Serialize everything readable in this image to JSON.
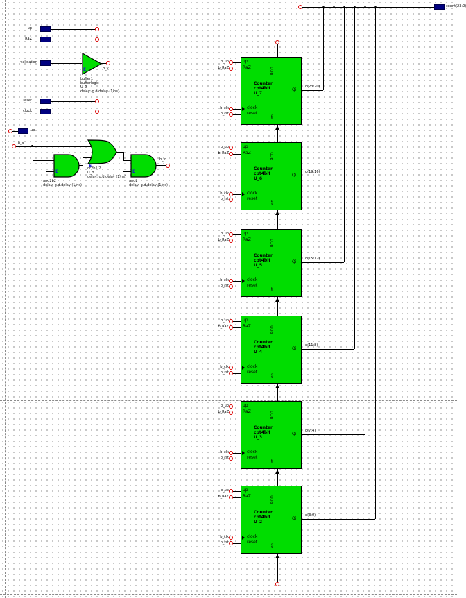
{
  "app": {
    "type": "schematic editor canvas"
  },
  "colors": {
    "component_fill": "#00dd00",
    "port_fill": "#000080",
    "terminal_stroke": "#dd0000",
    "wire": "#000000",
    "marker_blue": "#1a1acc"
  },
  "left_ports": [
    {
      "label": "up"
    },
    {
      "label": "RaZ"
    },
    {
      "label": "validation"
    },
    {
      "label": "reset"
    },
    {
      "label": "clock"
    },
    {
      "label": "up"
    }
  ],
  "nets": {
    "buffer_out": "b_v",
    "gate_source": "b_v",
    "gate_out": "b_in"
  },
  "buffer": {
    "marker": "E",
    "captions": [
      "buffer1",
      "bufferlogic",
      "U_0",
      "delay: g.d.delay (1/ns)"
    ]
  },
  "gates": {
    "and1": {
      "marker": "E",
      "captions": [
        "and2b2",
        "delay: g.d.delay (1/ns)"
      ]
    },
    "or1": {
      "marker": "E",
      "captions": [
        "or2b1 2",
        "U_B",
        "delay: g.d.delay (1/ns)"
      ]
    },
    "and2": {
      "marker": "E",
      "captions": [
        "and2",
        "delay: g.d.delay (1/ns)"
      ]
    }
  },
  "counters": [
    {
      "title": "Counter",
      "part": "cpt4bit",
      "unit": "U_7",
      "pin_up": "up",
      "pin_raz": "RaZ",
      "pin_clock": "clock",
      "pin_reset": "reset",
      "pin_rco": "RCO",
      "pin_en": "en",
      "pin_q": "Qi",
      "net_up": "b_up",
      "net_raz": "b_RaZ",
      "net_clock": "b_clk",
      "net_reset": "b_rst",
      "net_q": "q(23:20)"
    },
    {
      "title": "Counter",
      "part": "cpt4bit",
      "unit": "U_6",
      "pin_up": "up",
      "pin_raz": "RaZ",
      "pin_clock": "clock",
      "pin_reset": "reset",
      "pin_rco": "RCO",
      "pin_en": "en",
      "pin_q": "Qi",
      "net_up": "b_up",
      "net_raz": "b_RaZ",
      "net_clock": "b_clk",
      "net_reset": "b_rst",
      "net_q": "q(19:16)"
    },
    {
      "title": "Counter",
      "part": "cpt4bit",
      "unit": "U_5",
      "pin_up": "up",
      "pin_raz": "RaZ",
      "pin_clock": "clock",
      "pin_reset": "reset",
      "pin_rco": "RCO",
      "pin_en": "en",
      "pin_q": "Qi",
      "net_up": "b_up",
      "net_raz": "b_RaZ",
      "net_clock": "b_clk",
      "net_reset": "b_rst",
      "net_q": "q(15:12)"
    },
    {
      "title": "Counter",
      "part": "cpt4bit",
      "unit": "U_4",
      "pin_up": "up",
      "pin_raz": "RaZ",
      "pin_clock": "clock",
      "pin_reset": "reset",
      "pin_rco": "RCO",
      "pin_en": "en",
      "pin_q": "Qi",
      "net_up": "b_up",
      "net_raz": "b_RaZ",
      "net_clock": "b_clk",
      "net_reset": "b_rst",
      "net_q": "q(11:8)"
    },
    {
      "title": "Counter",
      "part": "cpt4bit",
      "unit": "U_3",
      "pin_up": "up",
      "pin_raz": "RaZ",
      "pin_clock": "clock",
      "pin_reset": "reset",
      "pin_rco": "RCO",
      "pin_en": "en",
      "pin_q": "Qi",
      "net_up": "b_up",
      "net_raz": "b_RaZ",
      "net_clock": "b_clk",
      "net_reset": "b_rst",
      "net_q": "q(7:4)"
    },
    {
      "title": "Counter",
      "part": "cpt4bit",
      "unit": "U_2",
      "pin_up": "up",
      "pin_raz": "RaZ",
      "pin_clock": "clock",
      "pin_reset": "reset",
      "pin_rco": "RCO",
      "pin_en": "en",
      "pin_q": "Qi",
      "net_up": "b_up",
      "net_raz": "b_RaZ",
      "net_clock": "b_clk",
      "net_reset": "b_rst",
      "net_q": "q(3:0)"
    }
  ],
  "bus": {
    "label": "count(23:0)"
  }
}
